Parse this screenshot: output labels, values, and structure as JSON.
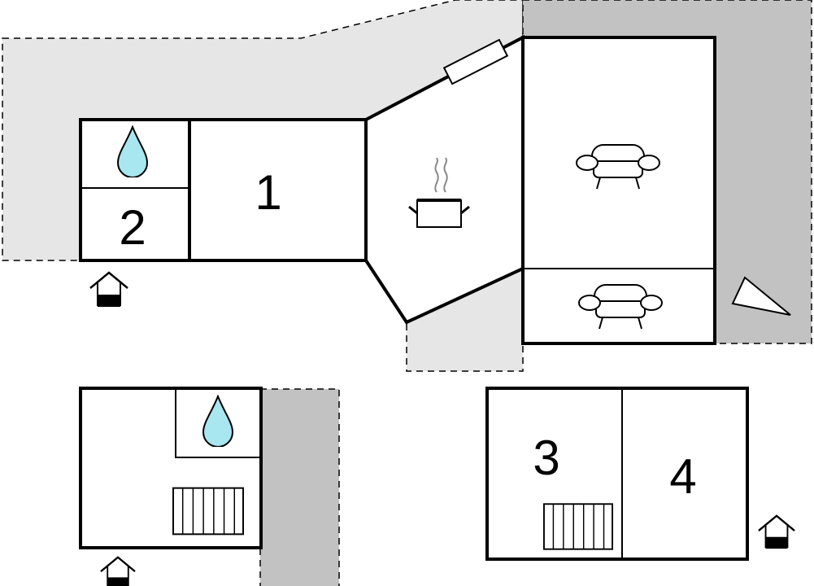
{
  "rooms": {
    "room_1": "1",
    "room_2": "2",
    "room_3": "3",
    "room_4": "4"
  },
  "icons": {
    "water": "water-drop-icon",
    "cooking": "cooking-pot-icon",
    "sofa": "sofa-icon",
    "entrance": "house-entrance-icon",
    "radiator": "radiator-icon",
    "direction": "direction-arrow-icon"
  },
  "colors": {
    "water_fill": "#a8e6f0",
    "terrace_light": "#e6e6e6",
    "terrace_dark": "#c2c2c2",
    "wall": "#000000"
  }
}
